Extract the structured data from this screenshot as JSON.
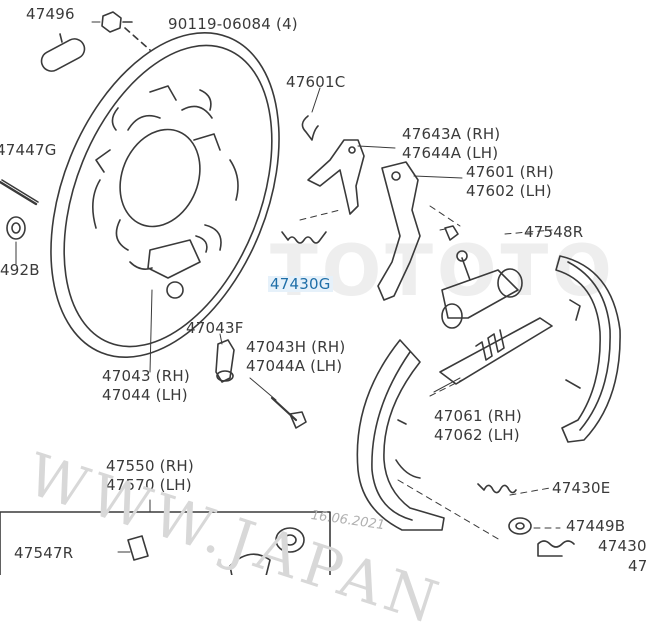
{
  "labels": {
    "l47496": "47496",
    "l90119": "90119-06084 (4)",
    "l47447g": "47447G",
    "l492b": "492B",
    "l47601c": "47601C",
    "l47643a": "47643A (RH)",
    "l47644a": "47644A (LH)",
    "l47601": "47601 (RH)",
    "l47602": "47602 (LH)",
    "l47548r": "47548R",
    "l47430g": "47430G",
    "l47043f": "47043F",
    "l47043h": "47043H (RH)",
    "l47044a": "47044A (LH)",
    "l47043": "47043 (RH)",
    "l47044": "47044 (LH)",
    "l47061": "47061 (RH)",
    "l47062": "47062 (LH)",
    "l47550": "47550 (RH)",
    "l47570": "47570 (LH)",
    "l47430e": "47430E",
    "l47449b": "47449B",
    "l47430": "47430",
    "l47547r": "47547R",
    "l47edge": "47"
  },
  "watermark": {
    "main": "WWW.JAPAN",
    "faint": "TOTOTO",
    "date": "16.06.2021"
  },
  "colors": {
    "ink": "#3a3a3a",
    "highlight_text": "#1f6fa8",
    "highlight_bg": "#e6f1fa",
    "watermark": "#d8d8d8"
  }
}
